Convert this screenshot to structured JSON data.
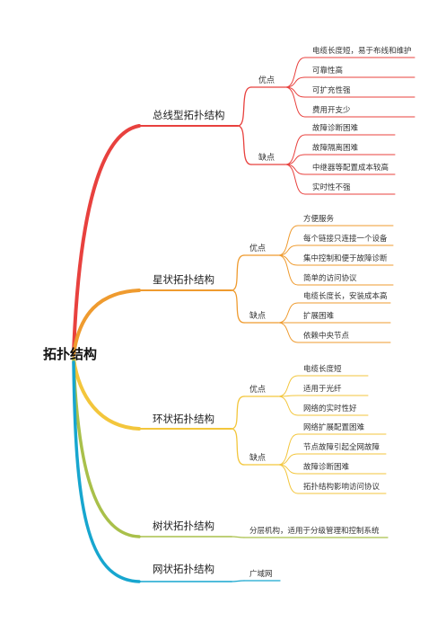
{
  "root": "拓扑结构",
  "colors": {
    "bus": "#e8413e",
    "star": "#ef9b2f",
    "ring": "#f3c63c",
    "tree": "#a9c04a",
    "net": "#17a6cf"
  },
  "branches": [
    {
      "label": "总线型拓扑结构",
      "groups": [
        {
          "label": "优点",
          "items": [
            "电缆长度短，易于布线和维护",
            "可靠性高",
            "可扩充性强",
            "费用开支少"
          ]
        },
        {
          "label": "缺点",
          "items": [
            "故障诊断困难",
            "故障隔离困难",
            "中继器等配置成本较高",
            "实时性不强"
          ]
        }
      ]
    },
    {
      "label": "星状拓扑结构",
      "groups": [
        {
          "label": "优点",
          "items": [
            "方便服务",
            "每个链接只连接一个设备",
            "集中控制和便于故障诊断",
            "简单的访问协议"
          ]
        },
        {
          "label": "缺点",
          "items": [
            "电缆长度长，安装成本高",
            "扩展困难",
            "依赖中央节点"
          ]
        }
      ]
    },
    {
      "label": "环状拓扑结构",
      "groups": [
        {
          "label": "优点",
          "items": [
            "电缆长度短",
            "适用于光纤",
            "网络的实时性好"
          ]
        },
        {
          "label": "缺点",
          "items": [
            "网络扩展配置困难",
            "节点故障引起全网故障",
            "故障诊断困难",
            "拓扑结构影响访问协议"
          ]
        }
      ]
    },
    {
      "label": "树状拓扑结构",
      "items": [
        "分层机构，适用于分级管理和控制系统"
      ]
    },
    {
      "label": "网状拓扑结构",
      "items": [
        "广域网"
      ]
    }
  ]
}
